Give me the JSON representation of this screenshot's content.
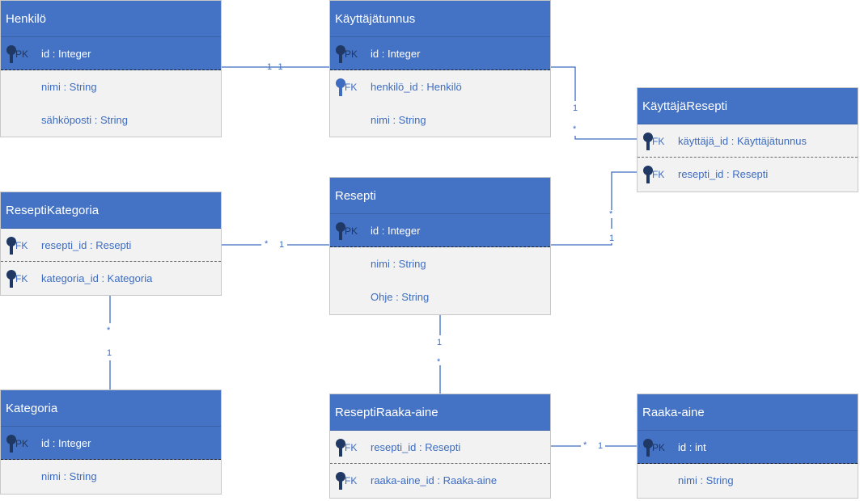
{
  "entities": {
    "henkilo": {
      "title": "Henkilö",
      "pk": {
        "key": "PK",
        "field": "id : Integer"
      },
      "attrs": [
        "nimi : String",
        "sähköposti : String"
      ]
    },
    "kayttajatunnus": {
      "title": "Käyttäjätunnus",
      "pk": {
        "key": "PK",
        "field": "id : Integer"
      },
      "fk": {
        "key": "FK",
        "field": "henkilö_id : Henkilö"
      },
      "attrs": [
        "nimi : String"
      ]
    },
    "kayttajaresepti": {
      "title": "KäyttäjäResepti",
      "fk1": {
        "key": "FK",
        "field": "käyttäjä_id : Käyttäjätunnus"
      },
      "fk2": {
        "key": "FK",
        "field": "resepti_id : Resepti"
      }
    },
    "reseptikategoria": {
      "title": "ReseptiKategoria",
      "fk1": {
        "key": "FK",
        "field": "resepti_id : Resepti"
      },
      "fk2": {
        "key": "FK",
        "field": "kategoria_id : Kategoria"
      }
    },
    "resepti": {
      "title": "Resepti",
      "pk": {
        "key": "PK",
        "field": "id : Integer"
      },
      "attrs": [
        "nimi : String",
        "Ohje : String"
      ]
    },
    "kategoria": {
      "title": "Kategoria",
      "pk": {
        "key": "PK",
        "field": "id : Integer"
      },
      "attrs": [
        "nimi : String"
      ]
    },
    "reseptiraakaaine": {
      "title": "ReseptiRaaka-aine",
      "fk1": {
        "key": "FK",
        "field": "resepti_id : Resepti"
      },
      "fk2": {
        "key": "FK",
        "field": "raaka-aine_id : Raaka-aine"
      }
    },
    "raakaaine": {
      "title": "Raaka-aine",
      "pk": {
        "key": "PK",
        "field": "id : int"
      },
      "attrs": [
        "nimi : String"
      ]
    }
  },
  "relations": {
    "henkilo_kayttaja": "1--1",
    "kayttaja_kayttajaresepti": {
      "kayttajatunnus_end": "1",
      "kayttajaresepti_end": "*"
    },
    "resepti_kayttajaresepti": {
      "kayttajaresepti_end": "*",
      "resepti_end": "1"
    },
    "reseptikategoria_resepti": {
      "reseptikategoria_end": "*",
      "resepti_end": "1"
    },
    "reseptikategoria_kategoria": {
      "reseptikategoria_end": "*",
      "kategoria_end": "1"
    },
    "resepti_reseptiraakaaine": {
      "resepti_end": "1",
      "reseptiraakaaine_end": "*"
    },
    "reseptiraakaaine_raakaaine": {
      "reseptiraakaaine_end": "*",
      "raakaaine_end": "1"
    }
  },
  "colors": {
    "header": "#4472c4",
    "body": "#f2f2f2",
    "text": "#3d6cc0",
    "line": "#3d6cc0",
    "key": "#1f3864"
  }
}
